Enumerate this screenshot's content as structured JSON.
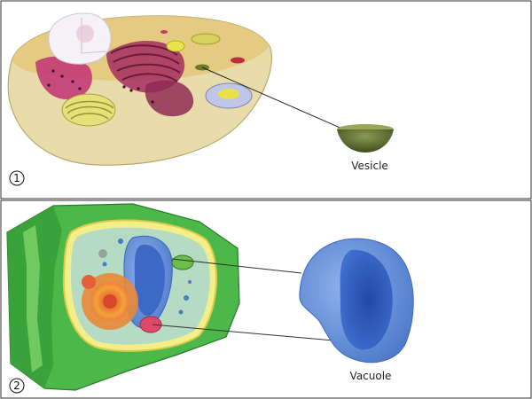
{
  "panels": [
    {
      "number": "1",
      "label": "Vesicle"
    },
    {
      "number": "2",
      "label": "Vacuole"
    }
  ],
  "colors": {
    "animal_cytoplasm": "#e3d28a",
    "golgi_pink": "#b8326a",
    "vesicle_green": "#5a6a2a",
    "cell_wall_green": "#49b848",
    "vacuole_blue": "#5b86d6",
    "vacuole_inner": "#2f58b8"
  }
}
